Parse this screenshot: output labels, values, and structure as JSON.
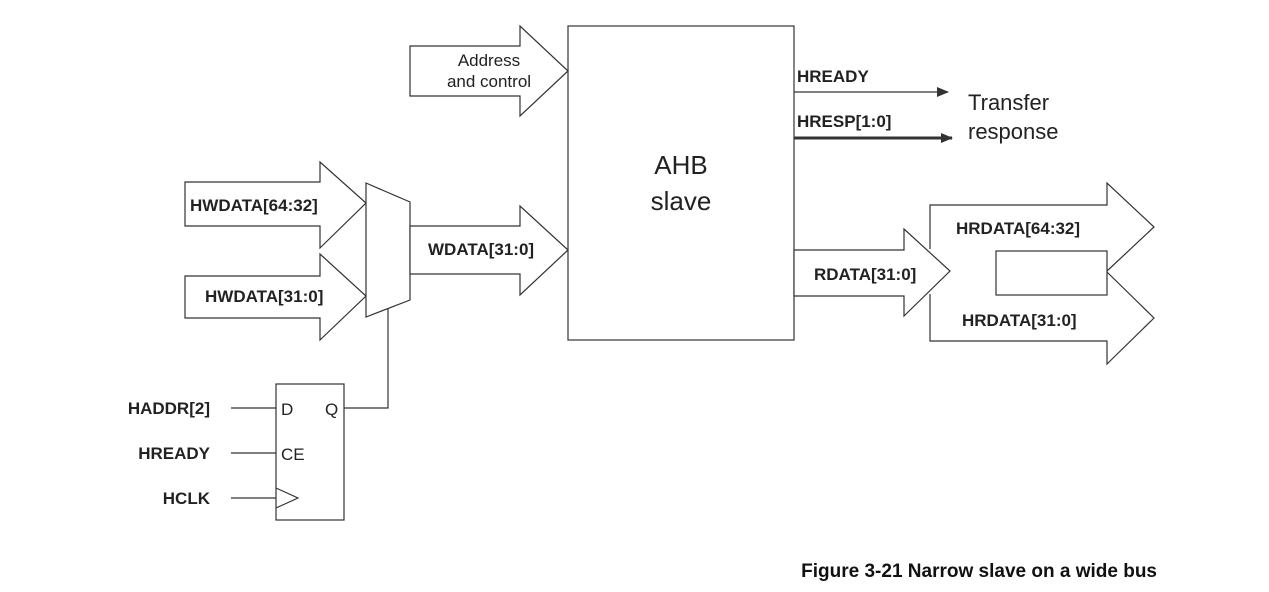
{
  "slave": {
    "line1": "AHB",
    "line2": "slave"
  },
  "address_control": {
    "line1": "Address",
    "line2": "and control"
  },
  "outputs": {
    "hready": "HREADY",
    "hresp": "HRESP[1:0]",
    "transfer_line1": "Transfer",
    "transfer_line2": "response"
  },
  "write_path": {
    "hwdata_high": "HWDATA[64:32]",
    "hwdata_low": "HWDATA[31:0]",
    "wdata": "WDATA[31:0]"
  },
  "read_path": {
    "rdata": "RDATA[31:0]",
    "hrdata_high": "HRDATA[64:32]",
    "hrdata_low": "HRDATA[31:0]"
  },
  "flipflop": {
    "pin_d": "D",
    "pin_q": "Q",
    "pin_ce": "CE",
    "input_haddr": "HADDR[2]",
    "input_hready": "HREADY",
    "input_hclk": "HCLK"
  },
  "caption": "Figure 3-21 Narrow slave on a wide bus"
}
